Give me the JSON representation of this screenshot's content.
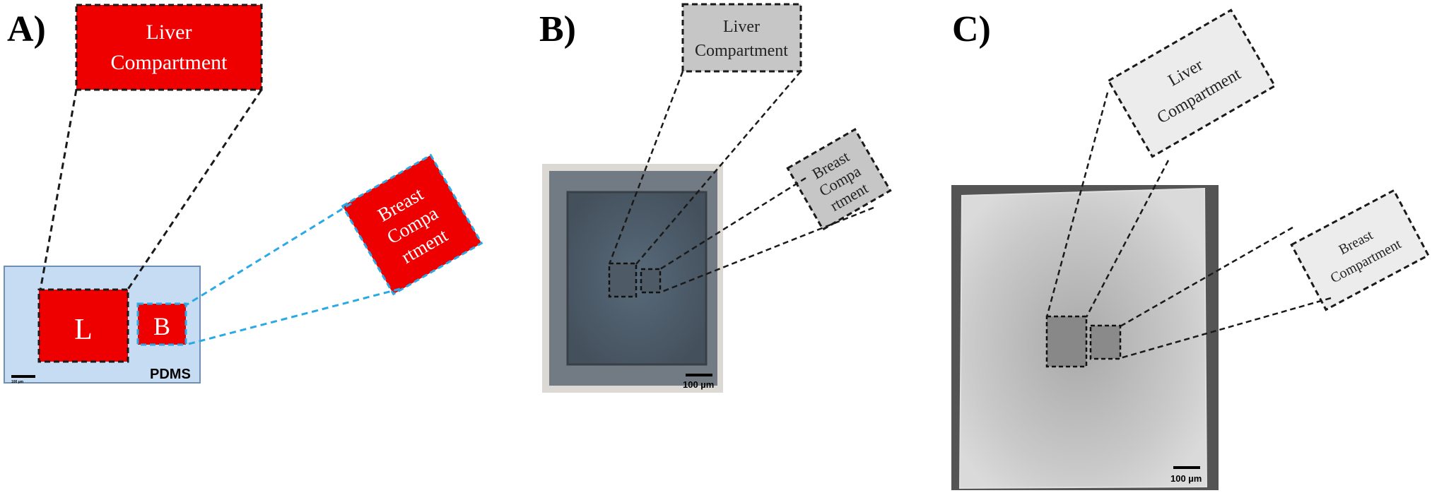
{
  "panels": {
    "a": {
      "label": "A)",
      "liver_callout_line1": "Liver",
      "liver_callout_line2": "Compartment",
      "breast_callout_line1": "Breast",
      "breast_callout_line2": "Compa",
      "breast_callout_line3": "rtment",
      "liver_chamber": "L",
      "breast_chamber": "B",
      "substrate": "PDMS",
      "scale_label": "100 µm"
    },
    "b": {
      "label": "B)",
      "liver_callout_line1": "Liver",
      "liver_callout_line2": "Compartment",
      "breast_callout_line1": "Breast",
      "breast_callout_line2": "Compa",
      "breast_callout_line3": "rtment",
      "scale_label": "100 µm"
    },
    "c": {
      "label": "C)",
      "liver_callout_line1": "Liver",
      "liver_callout_line2": "Compartment",
      "breast_callout_line1": "Breast",
      "breast_callout_line2": "Compartment",
      "scale_label": "100 µm"
    }
  },
  "colors": {
    "chamber_red": "#ee0000",
    "pdms_blue": "#c5dcf2",
    "breast_link_blue": "#29a9e6",
    "callout_gray": "#c6c6c6",
    "callout_light": "#ececec"
  }
}
